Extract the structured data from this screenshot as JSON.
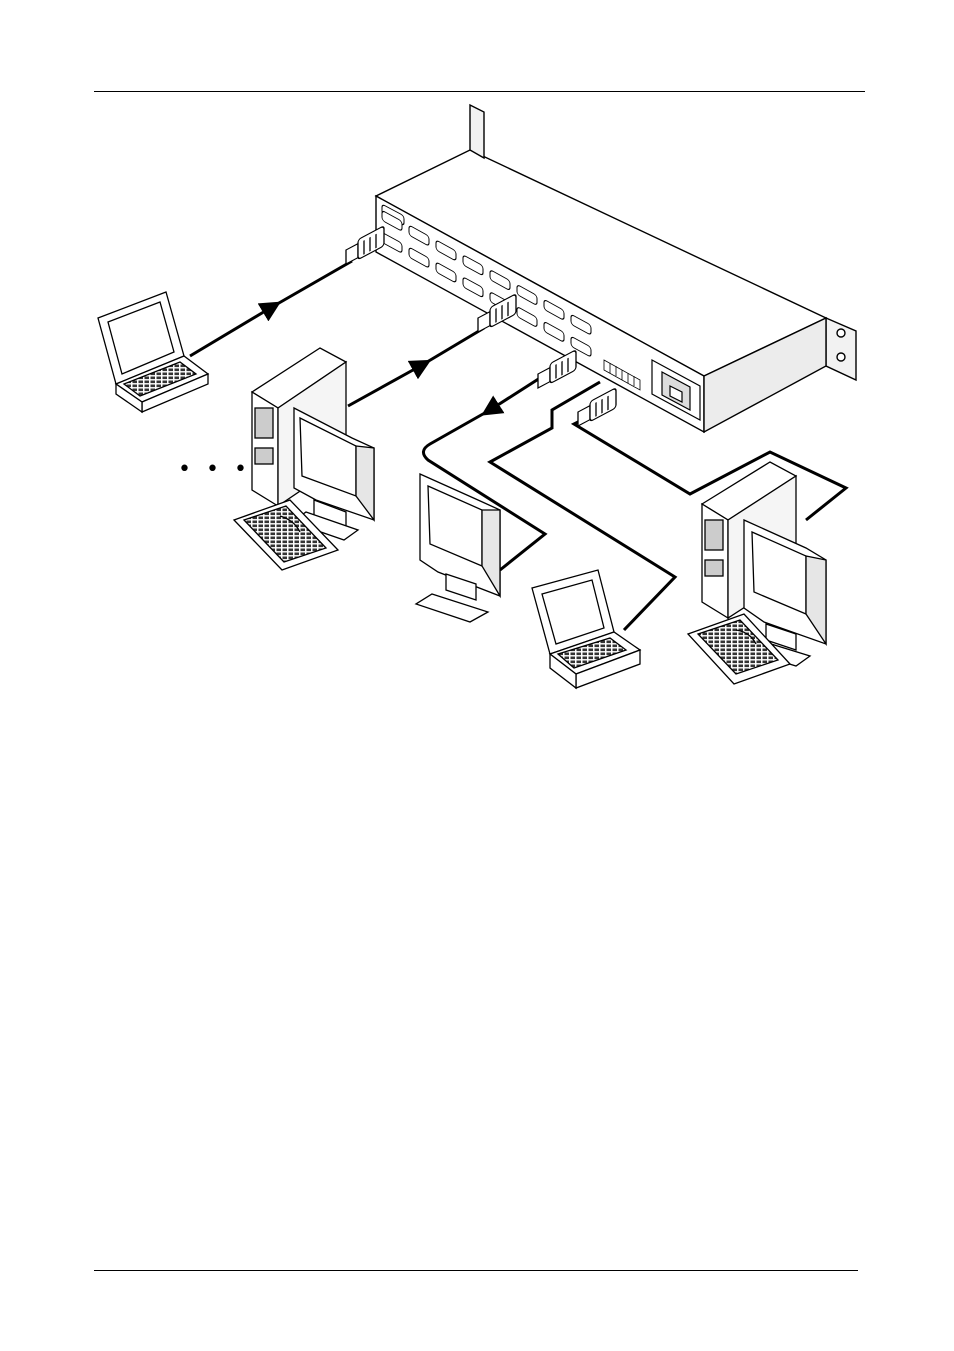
{
  "page": {
    "has_header_rule": true,
    "has_footer_rule": true
  },
  "diagram": {
    "type": "connection-diagram",
    "devices": [
      {
        "id": "matrix-unit",
        "kind": "rack-mounted switcher",
        "icon": "rack-unit-icon"
      },
      {
        "id": "laptop-left",
        "kind": "laptop",
        "icon": "laptop-icon"
      },
      {
        "id": "desktop-left",
        "kind": "desktop computer with monitor and keyboard",
        "icon": "desktop-computer-icon"
      },
      {
        "id": "monitor-center",
        "kind": "monitor",
        "icon": "monitor-icon"
      },
      {
        "id": "laptop-bottom",
        "kind": "laptop",
        "icon": "laptop-icon"
      },
      {
        "id": "desktop-right",
        "kind": "desktop computer with monitor and keyboard",
        "icon": "desktop-computer-icon"
      }
    ],
    "connections": [
      {
        "from": "laptop-left",
        "to": "matrix-unit",
        "direction": "to-unit"
      },
      {
        "from": "desktop-left",
        "to": "matrix-unit",
        "direction": "to-unit"
      },
      {
        "from": "matrix-unit",
        "to": "monitor-center",
        "direction": "from-unit"
      },
      {
        "from": "matrix-unit",
        "to": "laptop-bottom",
        "direction": "none"
      },
      {
        "from": "matrix-unit",
        "to": "desktop-right",
        "direction": "none"
      }
    ],
    "ellipsis": "• • •"
  }
}
